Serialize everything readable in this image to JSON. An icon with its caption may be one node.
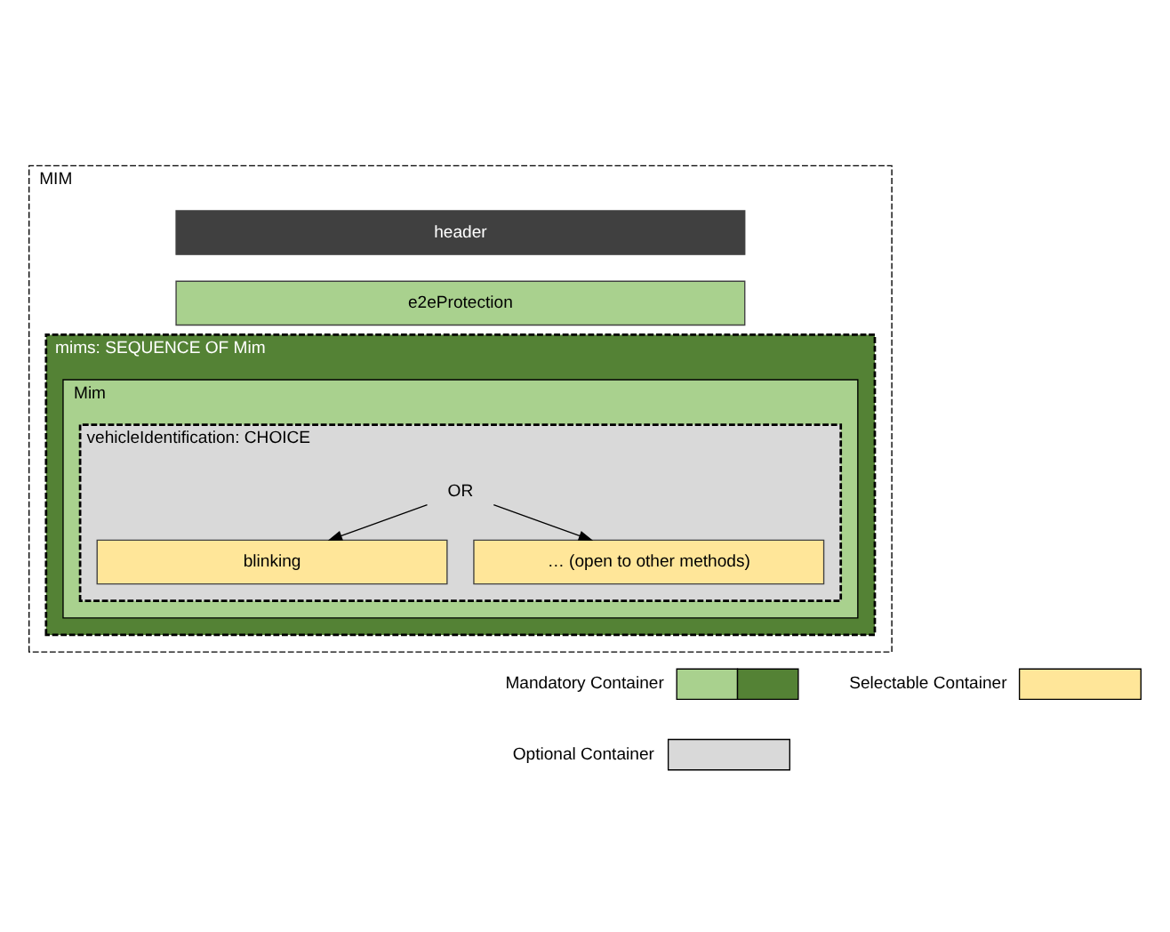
{
  "diagram": {
    "nodes": [
      {
        "text": [
          "MIM"
        ]
      },
      {
        "text": [
          "header"
        ],
        "in": 0
      },
      {
        "text": [
          "e2eProtection"
        ],
        "in": 0
      },
      {
        "text": [
          "mims: SEQUENCE OF Mim"
        ],
        "in": 0
      },
      {
        "text": [
          "Mim"
        ],
        "in": 3
      },
      {
        "text": [
          "vehicleIdentification: CHOICE"
        ],
        "in": 4
      },
      {
        "text": [
          "OR"
        ],
        "in": 5
      },
      {
        "text": [
          "blinking"
        ],
        "in": 5
      },
      {
        "text": [
          "… (open to other methods)"
        ],
        "in": 5
      }
    ],
    "edges": [
      {
        "from": 6,
        "to": 7,
        "arrow": "to"
      },
      {
        "from": 6,
        "to": 8,
        "arrow": "to"
      }
    ],
    "legend": [
      {
        "text": "Mandatory Container",
        "color": "#a9d18e"
      },
      {
        "text": "Selectable Container",
        "color": "#ffe699"
      },
      {
        "text": "Optional Container",
        "color": "#d9d9d9"
      }
    ]
  }
}
